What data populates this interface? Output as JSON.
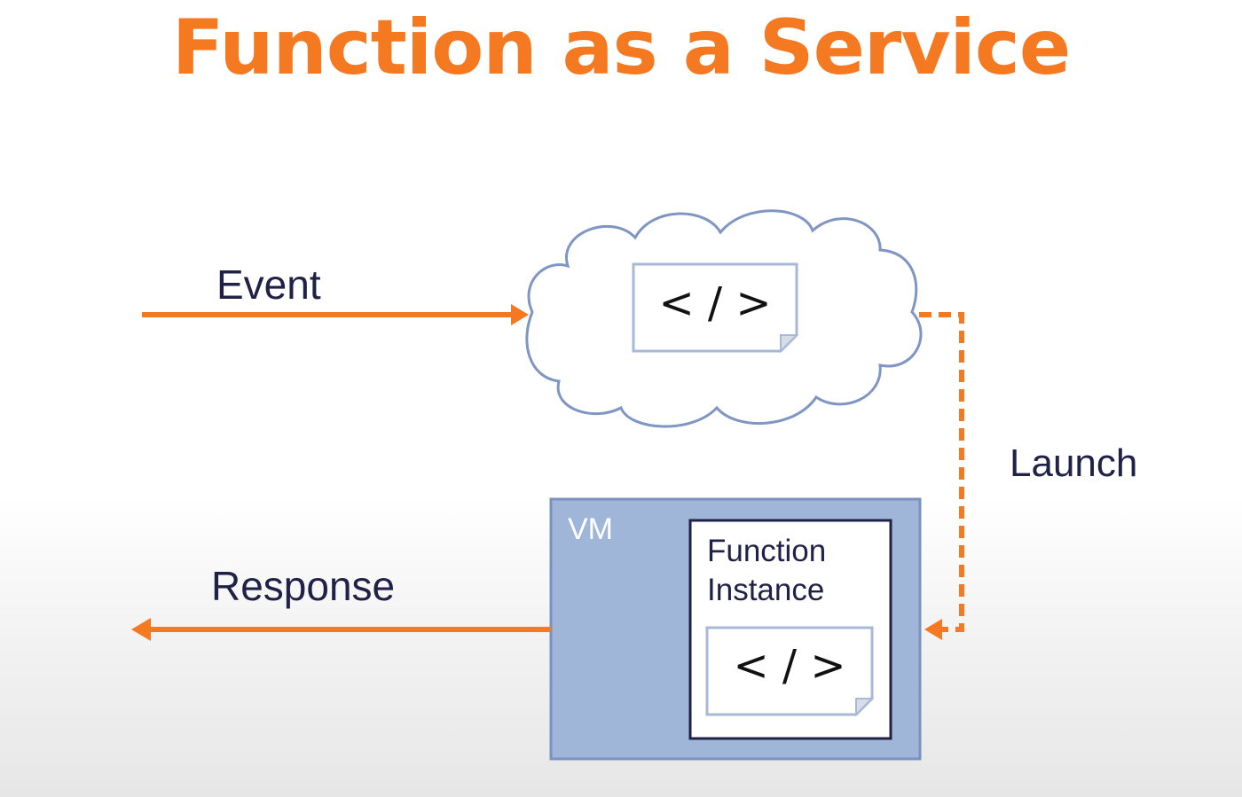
{
  "title": "Function as a Service",
  "labels": {
    "event": "Event",
    "launch": "Launch",
    "response": "Response",
    "vm": "VM",
    "function_instance_line1": "Function",
    "function_instance_line2": "Instance"
  },
  "code_symbol": "< / >",
  "colors": {
    "accent_orange": "#f47920",
    "text_dark": "#1f2147",
    "cloud_stroke": "#7f95c4",
    "vm_fill": "#9fb6d9",
    "vm_stroke": "#7a92c0",
    "doc_fill": "#ffffff",
    "doc_stroke": "#9fb0d4"
  }
}
